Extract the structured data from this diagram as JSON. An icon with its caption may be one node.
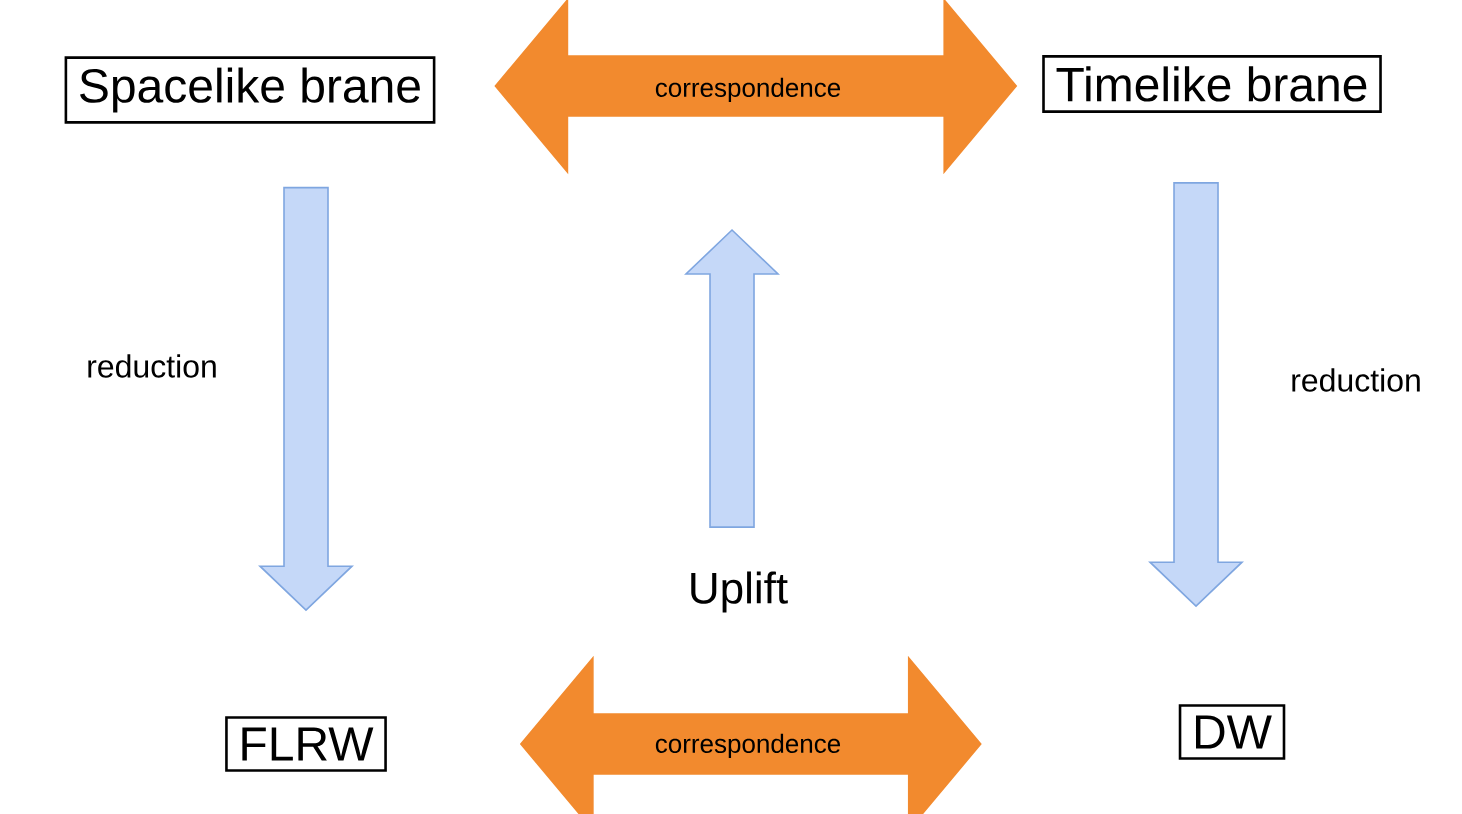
{
  "diagram": {
    "nodes": [
      {
        "text": [
          "Spacelike brane"
        ]
      },
      {
        "text": [
          "Timelike brane"
        ]
      },
      {
        "text": [
          "FLRW"
        ]
      },
      {
        "text": [
          "DW"
        ]
      },
      {
        "text": [
          "Uplift"
        ]
      }
    ],
    "edges": [
      {
        "from": 0,
        "to": 1,
        "arrow": "both",
        "label": "correspondence",
        "color": "#f28a2e"
      },
      {
        "from": 2,
        "to": 3,
        "arrow": "both",
        "label": "correspondence",
        "color": "#f28a2e"
      },
      {
        "from": 0,
        "to": 2,
        "arrow": "to",
        "label": "reduction"
      },
      {
        "from": 1,
        "to": 3,
        "arrow": "to",
        "label": "reduction"
      },
      {
        "from": 4,
        "to": null,
        "arrow": "to"
      }
    ]
  }
}
